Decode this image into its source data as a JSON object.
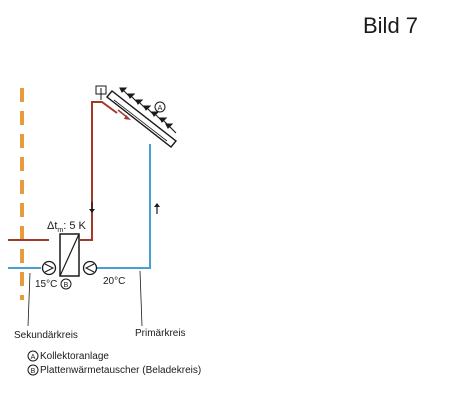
{
  "title": "Bild 7",
  "labels": {
    "delta_t_prefix": "Δt",
    "delta_t_sub": "m",
    "delta_t_value": ": 5 K",
    "temp_secondary": "15°C",
    "temp_primary": "20°C",
    "secondary_circuit": "Sekundärkreis",
    "primary_circuit": "Primärkreis"
  },
  "markers": {
    "a": "A",
    "b": "B"
  },
  "legend": [
    {
      "marker": "A",
      "text": "Kollektoranlage"
    },
    {
      "marker": "B",
      "text": "Plattenwärmetauscher (Beladekreis)"
    }
  ],
  "colors": {
    "hot_line": "#a23a2a",
    "cold_line": "#4a9fd6",
    "dash_line": "#e89b3c",
    "ink": "#1a1a1a"
  }
}
